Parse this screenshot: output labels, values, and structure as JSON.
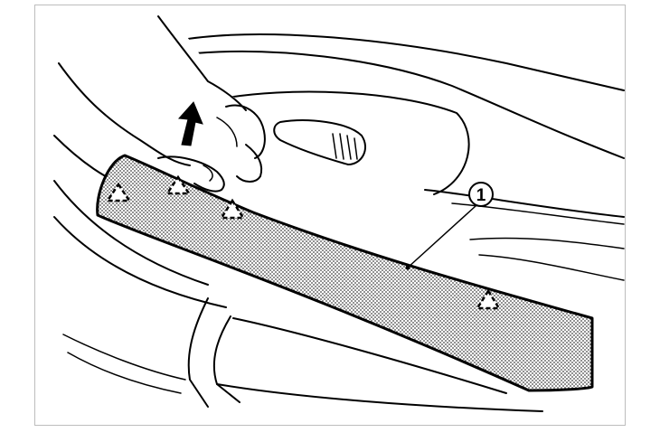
{
  "figure": {
    "callout_label": "1",
    "parts": [
      "door-sill-trim",
      "clip-1",
      "clip-2",
      "clip-3",
      "clip-4"
    ],
    "pull_direction": "up",
    "colors": {
      "line": "#000000",
      "background": "#ffffff",
      "shaded": "#d6d6d6"
    }
  }
}
